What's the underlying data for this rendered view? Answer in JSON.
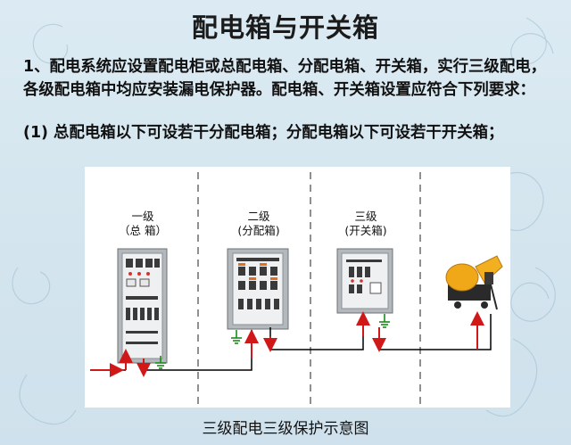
{
  "page": {
    "title": "配电箱与开关箱",
    "paragraph1": "1、配电系统应设置配电柜或总配电箱、分配电箱、开关箱，实行三级配电，各级配电箱中均应安装漏电保护器。配电箱、开关箱设置应符合下列要求：",
    "paragraph2": "(1) 总配电箱以下可设若干分配电箱；分配电箱以下可设若干开关箱；"
  },
  "figure": {
    "levels": [
      {
        "level": "一级",
        "name": "（总 箱）"
      },
      {
        "level": "二级",
        "name": "(分配箱)"
      },
      {
        "level": "三级",
        "name": "(开关箱)"
      }
    ],
    "caption": "三级配电三级保护示意图"
  },
  "colors": {
    "wire": "#000000",
    "arrow": "#d01818",
    "ground": "#1a8a1a",
    "mixer": "#f0a818",
    "cabinet": "#a9aeb2"
  }
}
